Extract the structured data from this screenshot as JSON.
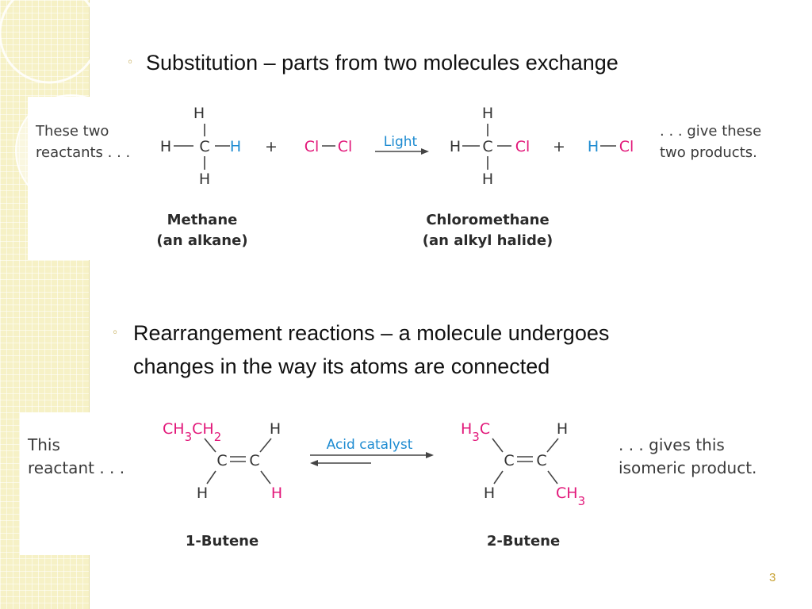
{
  "slide": {
    "bullets": [
      {
        "marker": "◦",
        "text": "Substitution – parts from two molecules exchange"
      },
      {
        "marker": "◦",
        "line1": "Rearrangement reactions – a molecule undergoes",
        "line2": "changes in the way its atoms are connected"
      }
    ],
    "page_number": "3"
  },
  "substitution_figure": {
    "left_caption": [
      "These two",
      "reactants . . ."
    ],
    "right_caption": [
      ". . . give these",
      "two products."
    ],
    "condition": "Light",
    "plus": "+",
    "reactant_name": [
      "Methane",
      "(an alkane)"
    ],
    "product_name": [
      "Chloromethane",
      "(an alkyl halide)"
    ],
    "atoms": {
      "H": "H",
      "C": "C",
      "Cl": "Cl"
    }
  },
  "rearrangement_figure": {
    "left_caption": [
      "This",
      "reactant . . ."
    ],
    "right_caption": [
      ". . . gives this",
      "isomeric product."
    ],
    "condition": "Acid catalyst",
    "reactant_name": "1-Butene",
    "product_name": "2-Butene",
    "groups": {
      "ch3ch2": "CH3CH2",
      "h3c": "H3C",
      "ch3": "CH3"
    }
  },
  "colors": {
    "accent_magenta": "#e2187a",
    "accent_blue": "#1d8bd1",
    "bullet_gold": "#b5962b",
    "background_strip": "#f6f1c6"
  }
}
